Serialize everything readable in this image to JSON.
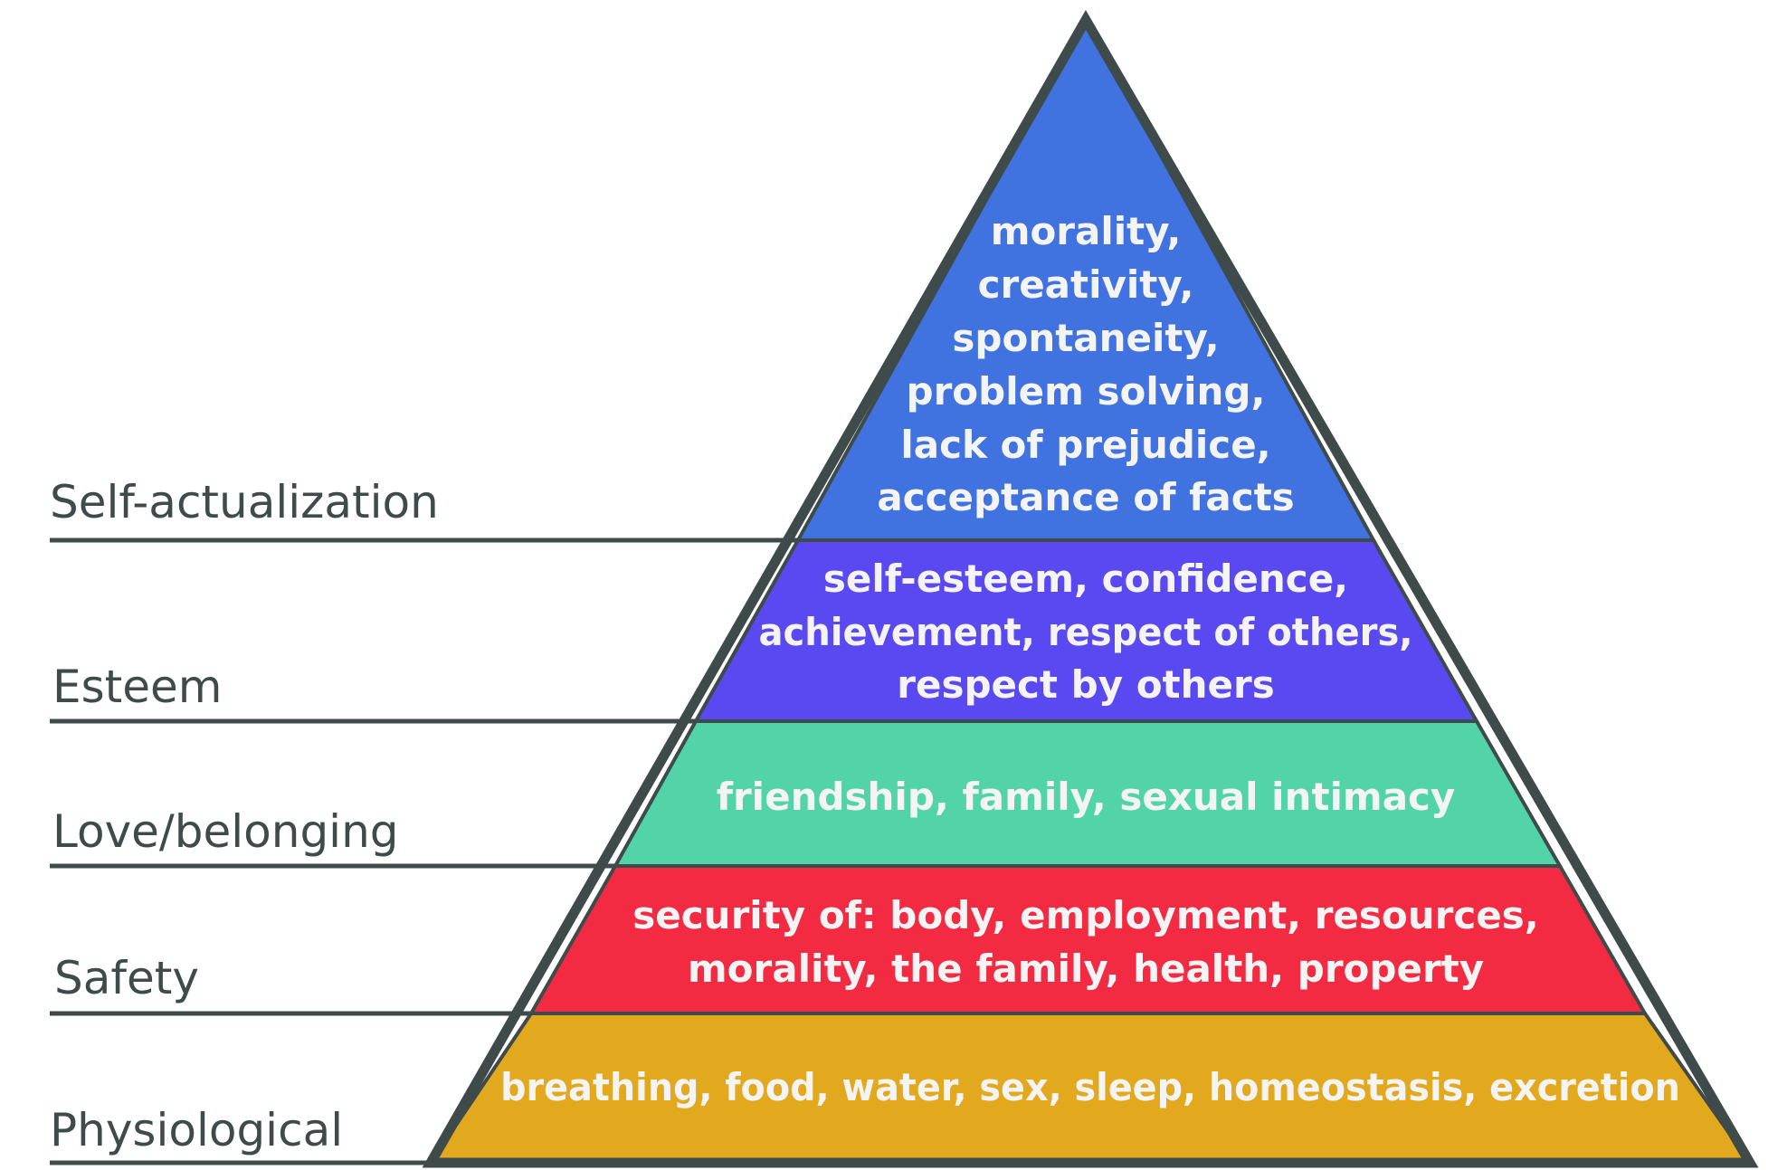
{
  "levels": [
    {
      "name": "Self-actualization",
      "color": "#4073e0",
      "lines": [
        "morality,",
        "creativity,",
        "spontaneity,",
        "problem solving,",
        "lack of prejudice,",
        "acceptance of facts"
      ]
    },
    {
      "name": "Esteem",
      "color": "#5a48f0",
      "lines": [
        "self-esteem, confidence,",
        "achievement, respect of others,",
        "respect by others"
      ]
    },
    {
      "name": "Love/belonging",
      "color": "#52d4a8",
      "lines": [
        "friendship, family, sexual intimacy"
      ]
    },
    {
      "name": "Safety",
      "color": "#f22a42",
      "lines": [
        "security of: body, employment, resources,",
        "morality, the family, health, property"
      ]
    },
    {
      "name": "Physiological",
      "color": "#e2a81e",
      "lines": [
        "breathing, food, water, sex, sleep, homeostasis, excretion"
      ]
    }
  ]
}
